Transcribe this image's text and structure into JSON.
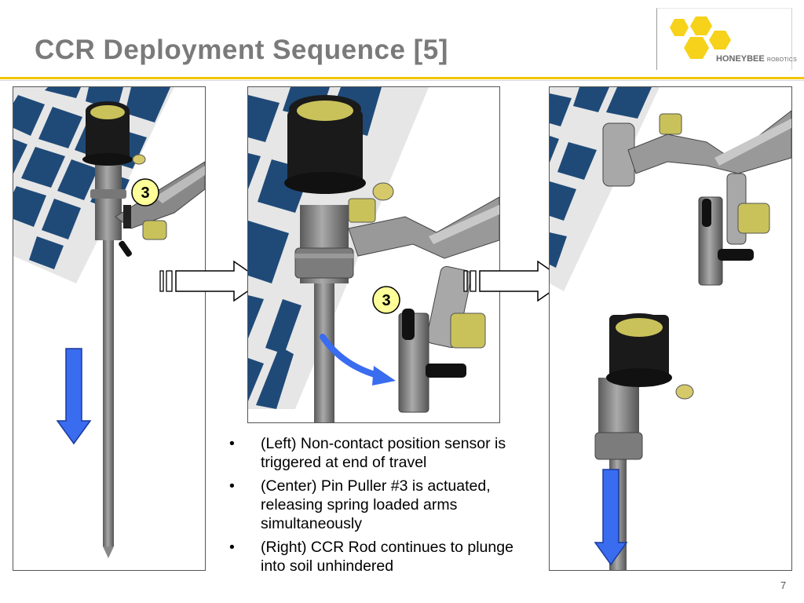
{
  "slide": {
    "title": "CCR Deployment Sequence [5]",
    "page_number": "7"
  },
  "logo": {
    "brand": "HONEYBEE",
    "suffix": "ROBOTICS",
    "hex_color": "#f6d21a"
  },
  "panels": [
    {
      "name": "left",
      "callout": "3"
    },
    {
      "name": "center",
      "callout": "3"
    },
    {
      "name": "right"
    }
  ],
  "bullets": [
    "(Left) Non-contact position sensor is triggered at end of travel",
    "(Center) Pin Puller #3 is actuated, releasing spring loaded arms simultaneously",
    "(Right) CCR Rod continues to plunge into soil unhindered"
  ],
  "colors": {
    "accent_rule": "#f2c500",
    "solar_panel": "#1f4a78",
    "arrow_blue": "#3a6cf0",
    "callout_fill": "#ffff99"
  }
}
